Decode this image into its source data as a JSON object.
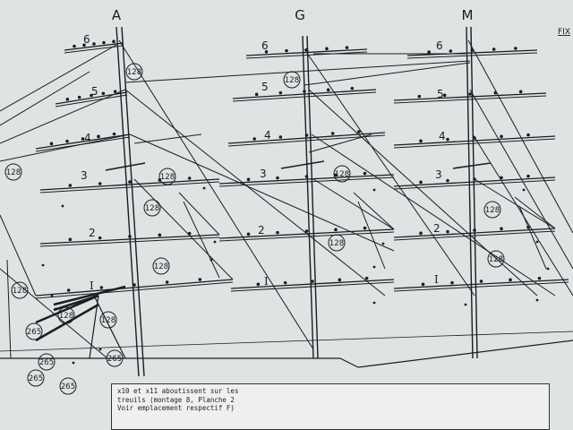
{
  "mast_labels": [
    "A",
    "G",
    "M"
  ],
  "corner_label": "FIX",
  "yard_numbers": [
    "6",
    "5",
    "4",
    "3",
    "2",
    "I"
  ],
  "ref_number": "128",
  "ref_number_alt": "265",
  "note_lines": [
    "x10 et x11 aboutissent sur les",
    "treuils (montage 8, Planche 2",
    "Voir emplacement respectif F)"
  ],
  "colors": {
    "paper": "#dfe3e4",
    "ink": "#1b1d1f"
  }
}
